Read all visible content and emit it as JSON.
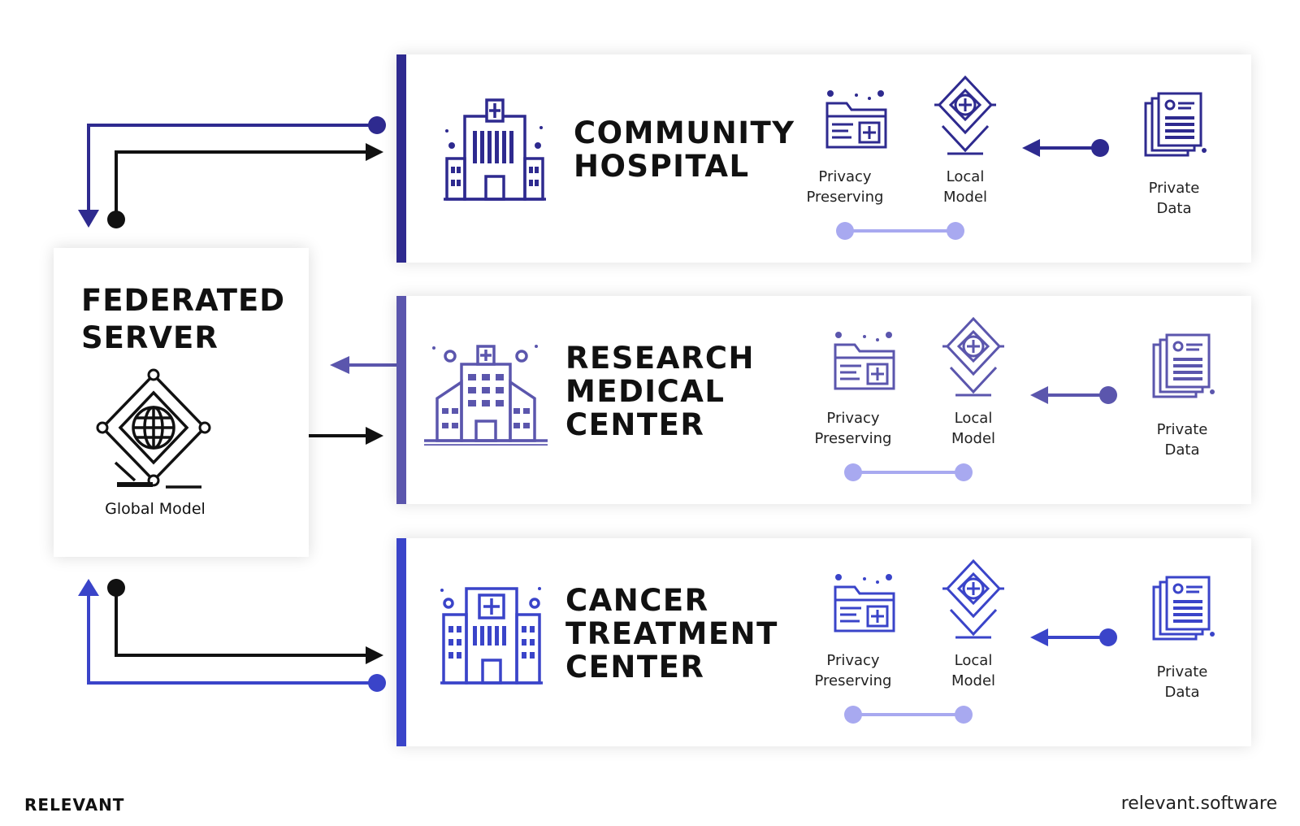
{
  "server": {
    "title_line1": "FEDERATED",
    "title_line2": "SERVER",
    "caption": "Global Model",
    "icon": "globe-network-icon"
  },
  "panels": [
    {
      "title": [
        "COMMUNITY",
        "HOSPITAL"
      ],
      "privacy": [
        "Privacy",
        "Preserving"
      ],
      "local": [
        "Local",
        "Model"
      ],
      "private": [
        "Private",
        "Data"
      ],
      "accent": "#2e2a8f",
      "icons": [
        "hospital-building-icon",
        "folder-medical-icon",
        "diamond-model-icon",
        "private-data-documents-icon"
      ]
    },
    {
      "title": [
        "RESEARCH",
        "MEDICAL",
        "CENTER"
      ],
      "privacy": [
        "Privacy",
        "Preserving"
      ],
      "local": [
        "Local",
        "Model"
      ],
      "private": [
        "Private",
        "Data"
      ],
      "accent": "#5b56ad",
      "icons": [
        "research-building-icon",
        "folder-medical-icon",
        "diamond-model-icon",
        "private-data-documents-icon"
      ]
    },
    {
      "title": [
        "CANCER",
        "TREATMENT",
        "CENTER"
      ],
      "privacy": [
        "Privacy",
        "Preserving"
      ],
      "local": [
        "Local",
        "Model"
      ],
      "private": [
        "Private",
        "Data"
      ],
      "accent": "#3a44c9",
      "icons": [
        "cancer-center-building-icon",
        "folder-medical-icon",
        "diamond-model-icon",
        "private-data-documents-icon"
      ]
    }
  ],
  "colors": {
    "connector_dot": "#a8a9f0",
    "arrow_black": "#111111"
  },
  "footer": {
    "brand": "RELEVANT",
    "url": "relevant.software"
  }
}
